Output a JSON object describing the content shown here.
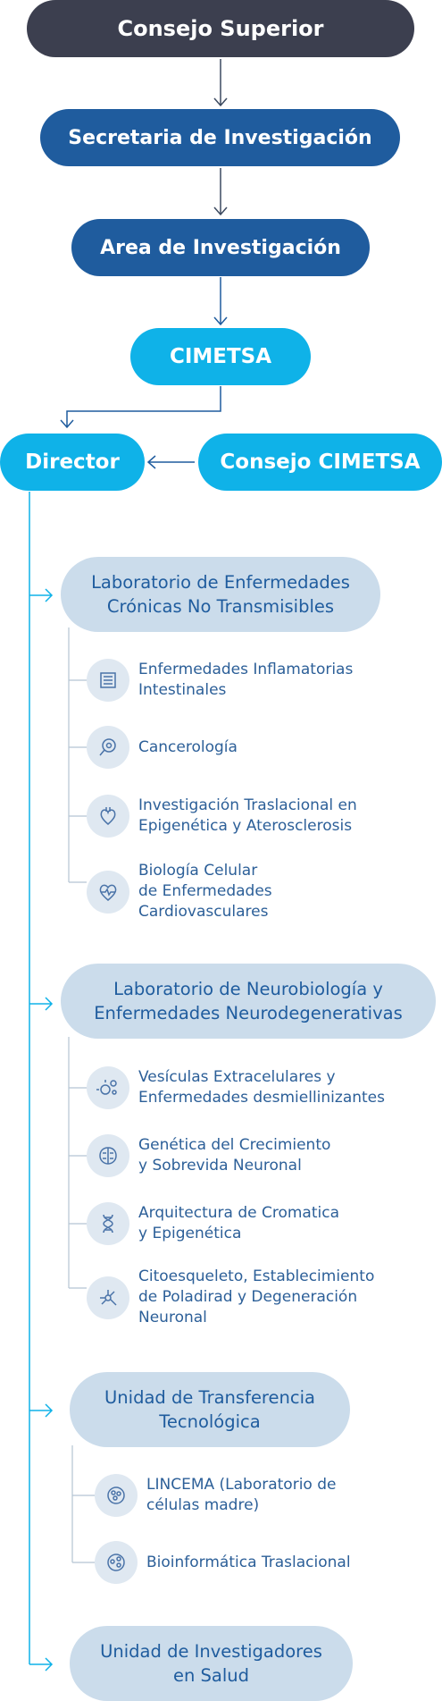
{
  "top": {
    "consejo_superior": "Consejo Superior",
    "secretaria": "Secretaria de Investigación",
    "area": "Area de Investigación",
    "cimetsa": "CIMETSA",
    "director": "Director",
    "consejo_cimetsa": "Consejo CIMETSA"
  },
  "units": [
    {
      "title": "Laboratorio de Enfermedades\nCrónicas No Transmisibles",
      "items": [
        {
          "label": "Enfermedades Inflamatorias\nIntestinales",
          "icon": "intestine-icon"
        },
        {
          "label": "Cancerología",
          "icon": "cancer-cell-icon"
        },
        {
          "label": "Investigación Traslacional en\nEpigenética y Aterosclerosis",
          "icon": "heart-organ-icon"
        },
        {
          "label": "Biología Celular\nde Enfermedades\nCardiovasculares",
          "icon": "heartbeat-icon"
        }
      ]
    },
    {
      "title": "Laboratorio de Neurobiología y\nEnfermedades Neurodegenerativas",
      "items": [
        {
          "label": "Vesículas Extracelulares y\nEnfermedades desmiellinizantes",
          "icon": "vesicles-icon"
        },
        {
          "label": "Genética del Crecimiento\ny Sobrevida Neuronal",
          "icon": "brain-icon"
        },
        {
          "label": "Arquitectura de Cromatica\ny Epigenética",
          "icon": "dna-icon"
        },
        {
          "label": "Citoesqueleto, Establecimiento\nde Poladirad y Degeneración\nNeuronal",
          "icon": "neuron-icon"
        }
      ]
    },
    {
      "title": "Unidad de Transferencia\nTecnológica",
      "items": [
        {
          "label": "LINCEMA (Laboratorio de\ncélulas madre)",
          "icon": "stem-cells-icon"
        },
        {
          "label": "Bioinformática Traslacional",
          "icon": "cells-icon"
        }
      ]
    },
    {
      "title": "Unidad de Investigadores\nen Salud",
      "items": []
    }
  ],
  "colors": {
    "dark": "#3c3f4f",
    "navy": "#1f5c9e",
    "cyan": "#0fb2e8",
    "lab_bg": "#cbdceb",
    "icon_bg": "#dfe8f1"
  }
}
